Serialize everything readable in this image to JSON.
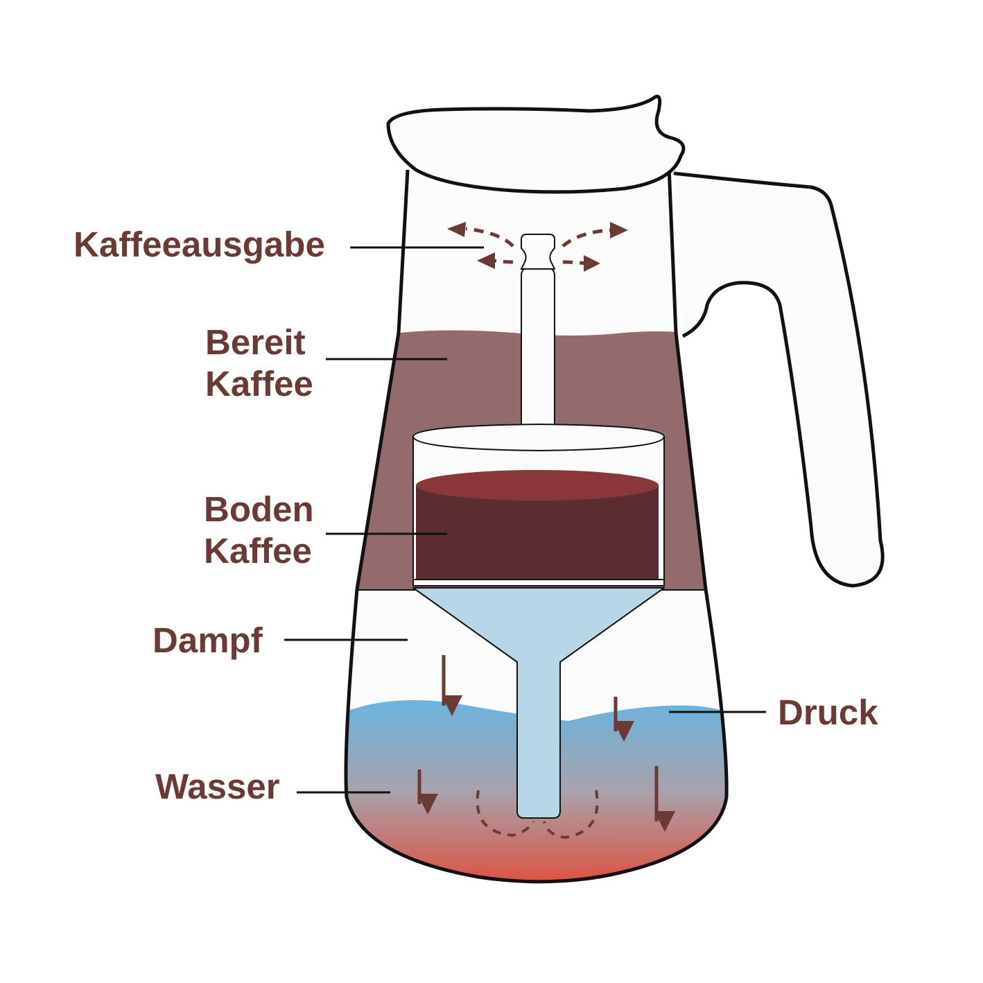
{
  "labels": {
    "kaffeeausgabe": "Kaffeeausgabe",
    "bereit_line1": "Bereit",
    "bereit_line2": "Kaffee",
    "boden_line1": "Boden",
    "boden_line2": "Kaffee",
    "dampf": "Dampf",
    "druck": "Druck",
    "wasser": "Wasser"
  },
  "colors": {
    "label_text": "#6b3a35",
    "arrow": "#6b3a35",
    "outline": "#111111",
    "brewed_coffee": "#946b6d",
    "coffee_grounds_side": "#5a2d30",
    "coffee_grounds_top": "#8a363a",
    "funnel": "#b7d7e6",
    "water_top": "#6ab4de",
    "water_bottom": "#e8432c",
    "glass": "#fbfbfb"
  },
  "icons": [
    "arrow-down-icon",
    "dashed-arrow-icon"
  ]
}
